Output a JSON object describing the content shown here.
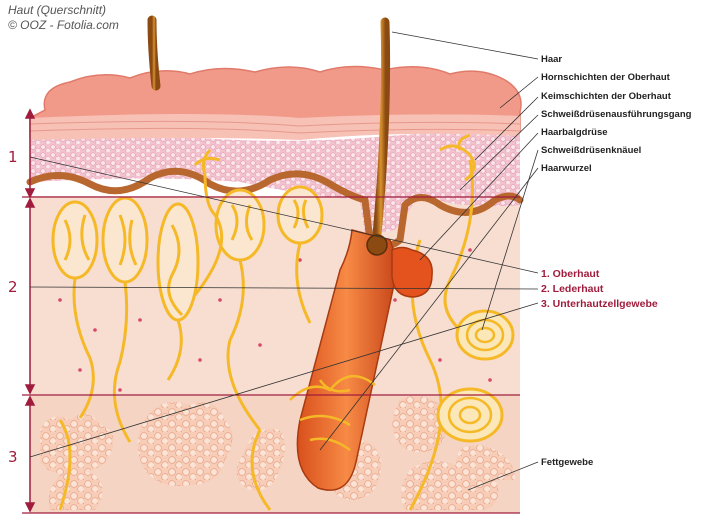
{
  "header": {
    "title": "Haut (Querschnitt)",
    "credit": "© OOZ - Fotolia.com"
  },
  "labels": {
    "haar": "Haar",
    "hornschichten": "Hornschichten der Oberhaut",
    "keimschichten": "Keimschichten der Oberhaut",
    "schweissgang": "Schweißdrüsenausführungsgang",
    "haarbalg": "Haarbalgdrüse",
    "schweisskn": "Schweißdrüsenknäuel",
    "haarwurzel": "Haarwurzel",
    "fettgewebe": "Fettgewebe"
  },
  "layers": {
    "oberhaut": "1. Oberhaut",
    "lederhaut": "2. Lederhaut",
    "unterhaut": "3. Unterhautzellgewebe"
  },
  "numbers": {
    "n1": "1",
    "n2": "2",
    "n3": "3"
  },
  "colors": {
    "accent": "#a01c3c",
    "epidermis": "#f29a8a",
    "dermis": "#f8dcd0",
    "hypodermis": "#f7d2c2",
    "fat": "#f4b7a0",
    "hair": "#c46a1a",
    "gland": "#f5b928",
    "basal": "#b8682e"
  }
}
